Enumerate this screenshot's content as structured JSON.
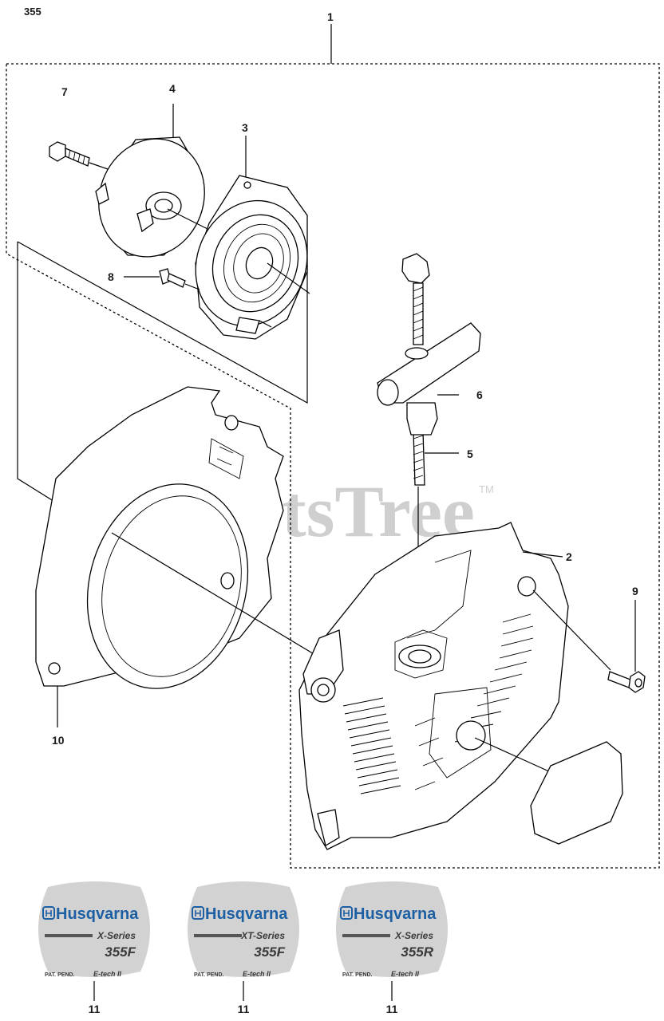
{
  "model_code": "355",
  "watermark": {
    "text": "PartsTree",
    "tm": "TM"
  },
  "callouts": {
    "c1": "1",
    "c2": "2",
    "c3": "3",
    "c4": "4",
    "c5": "5",
    "c6": "6",
    "c7": "7",
    "c8": "8",
    "c9": "9",
    "c10": "10"
  },
  "decals": [
    {
      "brand": "Husqvarna",
      "series": "X-Series",
      "model": "355F",
      "pat": "PAT. PEND.",
      "etech": "E-tech II",
      "callout": "11"
    },
    {
      "brand": "Husqvarna",
      "series": "XT-Series",
      "model": "355F",
      "pat": "PAT. PEND.",
      "etech": "E-tech II",
      "callout": "11"
    },
    {
      "brand": "Husqvarna",
      "series": "X-Series",
      "model": "355R",
      "pat": "PAT. PEND.",
      "etech": "E-tech II",
      "callout": "11"
    }
  ],
  "colors": {
    "brand_blue": "#1d5fa3",
    "decal_gray": "#d2d2d2",
    "watermark": "#cfcfcf"
  }
}
